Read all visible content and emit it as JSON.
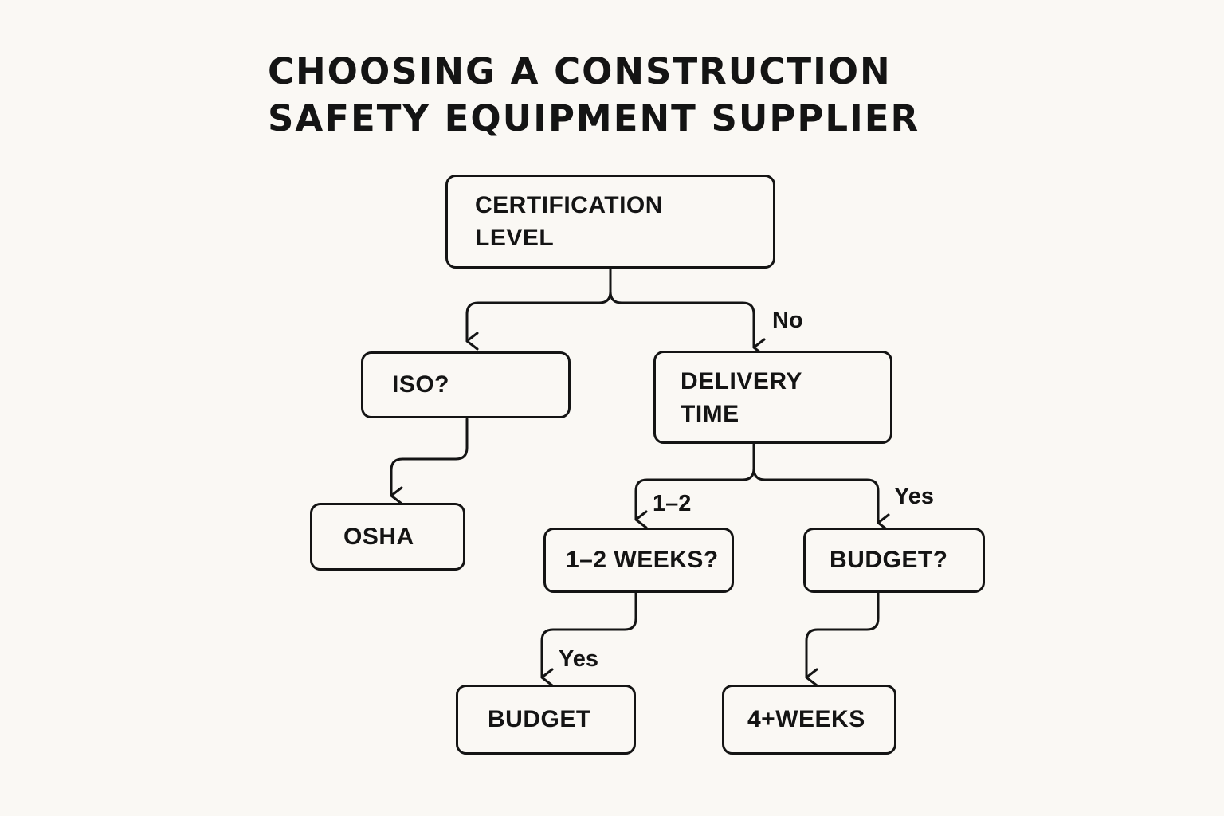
{
  "title": {
    "line1": "CHOOSING A CONSTRUCTION",
    "line2": "SAFETY EQUIPMENT SUPPLIER"
  },
  "nodes": {
    "certification": {
      "line1": "CERTIFICATION",
      "line2": "LEVEL"
    },
    "iso": {
      "label": "ISO?"
    },
    "delivery": {
      "line1": "DELIVERY",
      "line2": "TIME"
    },
    "osha": {
      "label": "OSHA"
    },
    "weeks12": {
      "label": "1–2 WEEKS?"
    },
    "budget_q": {
      "label": "BUDGET?"
    },
    "budget": {
      "label": "BUDGET"
    },
    "weeks4": {
      "label": "4+WEEKS"
    }
  },
  "edge_labels": {
    "cert_to_delivery": "No",
    "delivery_to_weeks12": "1–2",
    "delivery_to_budget_q": "Yes",
    "weeks12_to_budget": "Yes"
  },
  "colors": {
    "background": "#faf8f4",
    "stroke": "#141414"
  }
}
